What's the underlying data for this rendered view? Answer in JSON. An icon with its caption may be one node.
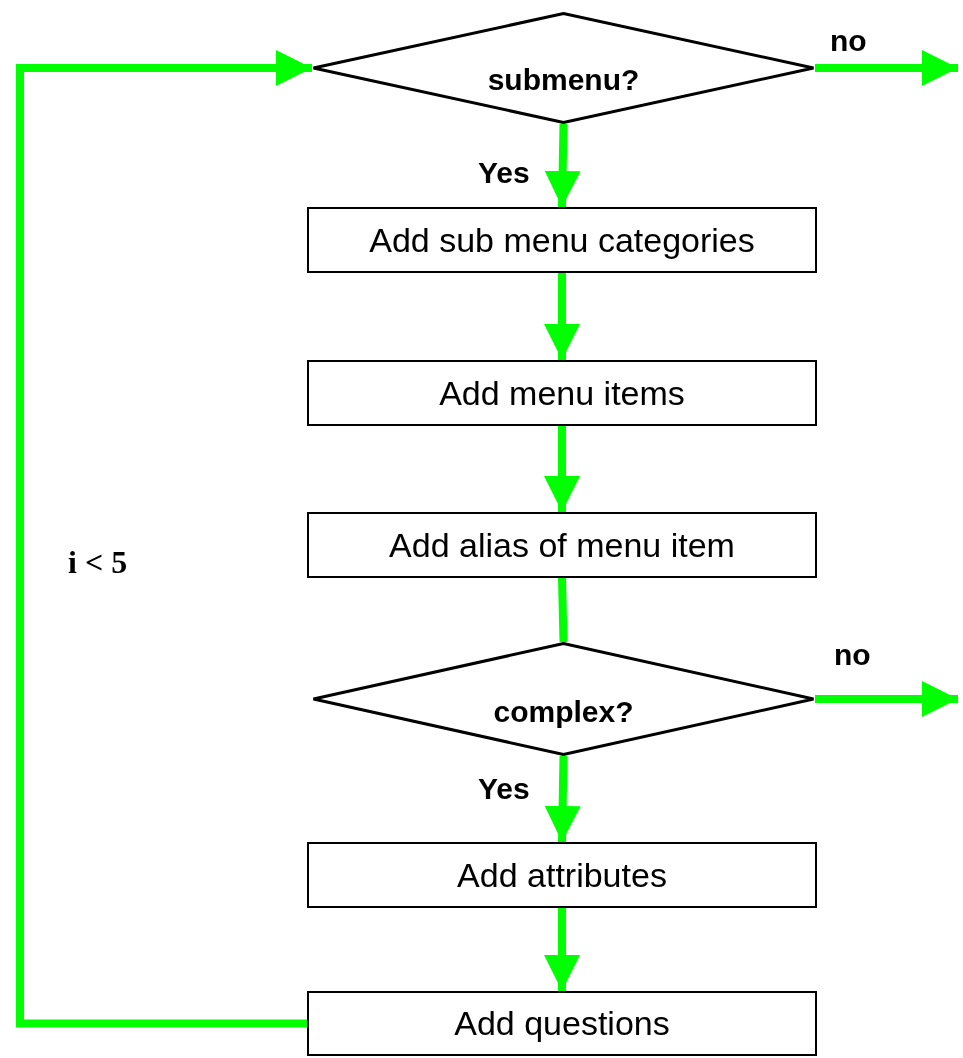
{
  "diagram": {
    "nodes": [
      {
        "text": [
          "submenu?"
        ]
      },
      {
        "text": [
          "Add sub menu categories"
        ]
      },
      {
        "text": [
          "Add menu items"
        ]
      },
      {
        "text": [
          "Add alias of menu item"
        ]
      },
      {
        "text": [
          "complex?"
        ]
      },
      {
        "text": [
          "Add attributes"
        ]
      },
      {
        "text": [
          "Add questions"
        ]
      }
    ],
    "edges": [
      {
        "from": 0,
        "to": 1,
        "arrow": "to",
        "label": "Yes"
      },
      {
        "from": 1,
        "to": 2,
        "arrow": "to"
      },
      {
        "from": 2,
        "to": 3,
        "arrow": "to"
      },
      {
        "from": 3,
        "to": 4,
        "arrow": "none"
      },
      {
        "from": 4,
        "to": 5,
        "arrow": "to",
        "label": "Yes"
      },
      {
        "from": 5,
        "to": 6,
        "arrow": "to"
      },
      {
        "from": 6,
        "to": 0,
        "arrow": "to",
        "label": "i < 5"
      },
      {
        "from": 0,
        "to": null,
        "arrow": "to",
        "label": "no"
      },
      {
        "from": 4,
        "to": null,
        "arrow": "to",
        "label": "no"
      }
    ]
  }
}
